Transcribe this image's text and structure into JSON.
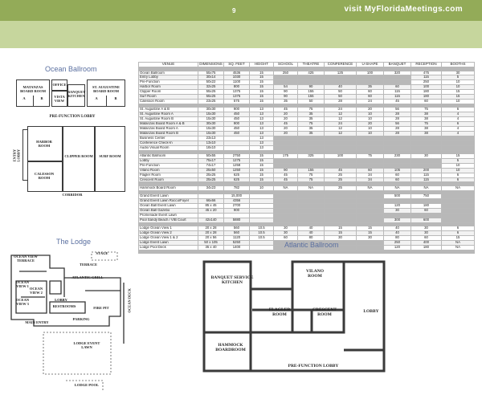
{
  "header": {
    "page_number": "9",
    "url": "visit MyFloridaMeetings.com"
  },
  "ocean_ballroom": {
    "title": "Ocean Ballroom",
    "rooms": {
      "matanzas": "Matanzas Board Room",
      "matanzas_a": "A",
      "matanzas_b": "B",
      "office": "Office",
      "vista_view": "Vista View",
      "banquet": "Banquet Kitchen",
      "st_augustine": "St. Augustine Board Room",
      "st_aug_a": "A",
      "st_aug_b": "B",
      "prefunction": "Pre-Function Lobby",
      "entry": "Entry Lobby",
      "harbor": "Harbor Room",
      "calesson": "Calesson Room",
      "clipper": "Clipper Room",
      "surf": "Surf Room",
      "corridor": "Corridor"
    }
  },
  "lodge": {
    "title": "The Lodge",
    "labels": {
      "ocean_view_terrace": "Ocean View Terrace",
      "ocean_view_1": "Ocean View 1",
      "ocean_view_2": "Ocean View 2",
      "ocean_view_3": "Ocean View 3",
      "atlantic_grill": "Atlantic Grill",
      "lobby": "Lobby",
      "terrace": "Terrace",
      "fire_pit": "Fire Pit",
      "main_entry": "Main Entry",
      "ocean_deck": "Ocean Deck",
      "lodge_event_lawn": "Lodge Event Lawn",
      "pool_deck": "Lodge Pool",
      "stage": "Stage",
      "parking": "Parking",
      "men_rest": "Restrooms"
    }
  },
  "atlantic_ballroom": {
    "title": "Atlantic Ballroom",
    "rooms": {
      "banquet_service": "Banquet Service Kitchen",
      "vilano": "Vilano Room",
      "lobby": "Lobby",
      "flagler": "Flagler Room",
      "crescent": "Crescent Room",
      "hammock": "Hammock Boardroom",
      "prefunction": "Pre-Function Lobby"
    }
  },
  "table": {
    "headers": [
      "VENUE",
      "DIMENSIONS",
      "SQ. FEET",
      "HEIGHT",
      "SCHOOL",
      "THEATRE",
      "CONFERENCE",
      "U-SHAPE",
      "BANQUET",
      "RECEPTION",
      "BOOTHS"
    ],
    "groups": [
      [
        [
          "Ocean Ballroom",
          "55x75",
          "4536",
          "15",
          "250",
          "425",
          "125",
          "100",
          "320",
          "475",
          "30"
        ],
        [
          "Entry Lobby",
          "30x14",
          "1030",
          "15",
          "",
          "",
          "",
          "",
          "",
          "115",
          "5"
        ],
        [
          "Pre-Function",
          "50x22",
          "1100",
          "15",
          "",
          "",
          "",
          "",
          "",
          "250",
          "10"
        ],
        [
          "Harbor Room",
          "32x25",
          "800",
          "15",
          "54",
          "90",
          "40",
          "35",
          "60",
          "100",
          "10"
        ],
        [
          "Clipper Room",
          "55x25",
          "1375",
          "15",
          "90",
          "155",
          "50",
          "60",
          "115",
          "180",
          "15"
        ],
        [
          "Surf Room",
          "55x25",
          "1375",
          "15",
          "90",
          "155",
          "50",
          "60",
          "115",
          "180",
          "15"
        ],
        [
          "Calesson Room",
          "23x25",
          "575",
          "15",
          "35",
          "50",
          "28",
          "24",
          "45",
          "60",
          "10"
        ]
      ],
      [
        [
          "St. Augustine A & B",
          "30x30",
          "900",
          "13",
          "45",
          "75",
          "24",
          "20",
          "56",
          "75",
          "6"
        ],
        [
          "St. Augustine Room A",
          "15x30",
          "450",
          "13",
          "20",
          "35",
          "12",
          "10",
          "28",
          "38",
          "4"
        ],
        [
          "St. Augustine Room B",
          "15x30",
          "450",
          "13",
          "20",
          "35",
          "12",
          "10",
          "28",
          "38",
          "4"
        ],
        [
          "Matanzas Board Room A & B",
          "30x30",
          "900",
          "13",
          "45",
          "75",
          "24",
          "20",
          "56",
          "75",
          "6"
        ],
        [
          "Matanzas Board Room A",
          "15x30",
          "450",
          "13",
          "20",
          "35",
          "12",
          "10",
          "28",
          "38",
          "4"
        ],
        [
          "Matanzas Board Room B",
          "15x30",
          "450",
          "13",
          "20",
          "35",
          "12",
          "10",
          "28",
          "38",
          "4"
        ],
        [
          "Business Center",
          "23x13",
          "",
          "13",
          "",
          "",
          "",
          "",
          "",
          "",
          ""
        ],
        [
          "Conference Check-In",
          "13x10",
          "",
          "13",
          "",
          "",
          "",
          "",
          "",
          "",
          ""
        ],
        [
          "Audio Visual Room",
          "18x10",
          "",
          "13",
          "",
          "",
          "",
          "",
          "",
          "",
          ""
        ]
      ],
      [
        [
          "Atlantic Ballroom",
          "50x55",
          "2750",
          "15",
          "175",
          "325",
          "100",
          "75",
          "230",
          "30",
          "15"
        ],
        [
          "Lobby",
          "75x17",
          "1275",
          "15",
          "",
          "",
          "",
          "",
          "",
          "",
          "5"
        ],
        [
          "Pre-Function",
          "74x17",
          "1258",
          "15",
          "",
          "",
          "",
          "",
          "",
          "",
          "10"
        ],
        [
          "Vilano Room",
          "25x50",
          "1250",
          "15",
          "90",
          "155",
          "45",
          "60",
          "105",
          "200",
          "10"
        ],
        [
          "Flagler Room",
          "25x25",
          "625",
          "15",
          "45",
          "75",
          "25",
          "34",
          "60",
          "115",
          "6"
        ],
        [
          "Crescent Room",
          "25x25",
          "625",
          "15",
          "45",
          "75",
          "25",
          "34",
          "60",
          "115",
          "6"
        ]
      ],
      [
        [
          "Hammock Board Room",
          "34x23",
          "782",
          "10",
          "NA",
          "NA",
          "25",
          "NA",
          "NA",
          "NA",
          "NA"
        ]
      ],
      [
        [
          "Grand Event Lawn",
          "",
          "15,000",
          "",
          "",
          "",
          "",
          "",
          "500",
          "750",
          ""
        ],
        [
          "Grand Event Lawn Rocco/Foyer",
          "66x66",
          "4356",
          "",
          "",
          "",
          "",
          "",
          "",
          "",
          ""
        ],
        [
          "Ocean Ball Event Lawn",
          "85 x 45",
          "2700",
          "",
          "",
          "",
          "",
          "",
          "120",
          "180",
          ""
        ],
        [
          "Ocean Ball Gazebo",
          "45 x 20",
          "900",
          "",
          "",
          "",
          "",
          "",
          "30",
          "60",
          ""
        ],
        [
          "Promenade Event Lawn",
          "",
          "",
          "",
          "",
          "",
          "",
          "",
          "",
          "",
          ""
        ],
        [
          "Pool Sandy Beach / VIB Court",
          "42x140",
          "5880",
          "",
          "",
          "",
          "",
          "",
          "300",
          "600",
          ""
        ]
      ],
      [
        [
          "Lodge Ocean View 1",
          "20 x 28",
          "560",
          "10.5",
          "30",
          "40",
          "15",
          "15",
          "40",
          "30",
          "6"
        ],
        [
          "Lodge Ocean View 2",
          "20 x 28",
          "560",
          "10.5",
          "30",
          "40",
          "15",
          "15",
          "40",
          "30",
          "6"
        ],
        [
          "Lodge Ocean View 1 & 2",
          "20 x 56",
          "1120",
          "10.5",
          "60",
          "80",
          "30",
          "30",
          "80",
          "60",
          "15"
        ],
        [
          "Lodge Event Lawn",
          "50 x 105",
          "5250",
          "",
          "",
          "",
          "",
          "",
          "250",
          "400",
          "NA"
        ],
        [
          "Lodge Pool Deck",
          "35 x 40",
          "1400",
          "",
          "",
          "",
          "",
          "",
          "120",
          "180",
          "NA"
        ]
      ]
    ]
  }
}
